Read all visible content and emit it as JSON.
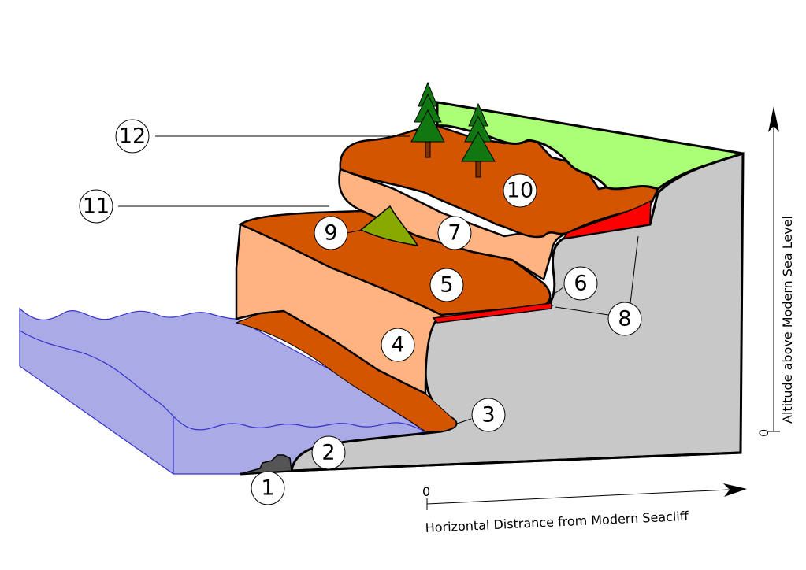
{
  "diagram": {
    "colors": {
      "water": "#aaaae6",
      "water_line": "#3333cc",
      "bedrock": "#c8c8c8",
      "terrace_top": "#d45500",
      "terrace_face": "#ffb380",
      "grass": "#aaff77",
      "deposit_red": "#ff0000",
      "deposit_green": "#88aa00",
      "tree": "#117711"
    },
    "callouts": [
      "1",
      "2",
      "3",
      "4",
      "5",
      "6",
      "7",
      "8",
      "9",
      "10",
      "11",
      "12"
    ],
    "x_axis": {
      "label": "Horizontal Distrance from Modern Seacliff",
      "origin": "0"
    },
    "y_axis": {
      "label": "Altitude above Modern Sea Level",
      "origin": "0"
    }
  }
}
